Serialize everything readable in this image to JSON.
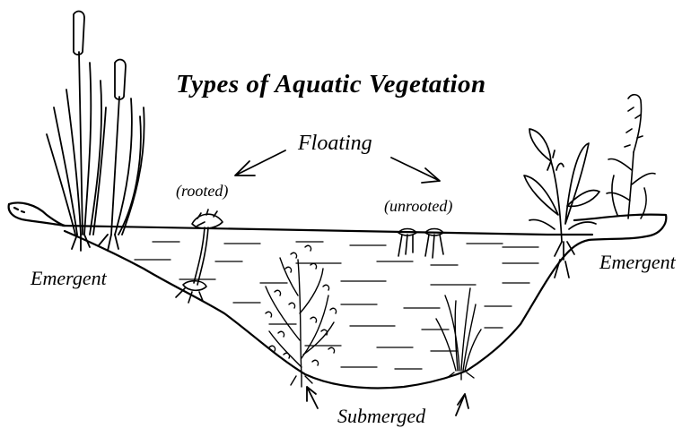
{
  "diagram": {
    "title": "Types of Aquatic Vegetation",
    "labels": {
      "floating": "Floating",
      "rooted": "(rooted)",
      "unrooted": "(unrooted)",
      "emergent_left": "Emergent",
      "emergent_right": "Emergent",
      "submerged": "Submerged"
    },
    "stroke_color": "#000000",
    "background_color": "#ffffff"
  }
}
